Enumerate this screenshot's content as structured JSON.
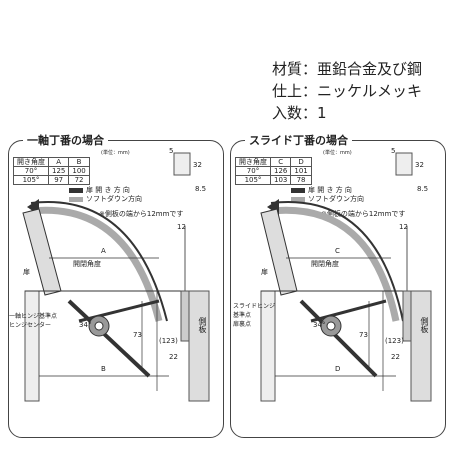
{
  "specs": {
    "material": "材質：亜鉛合金及び鋼",
    "finish": "仕上：ニッケルメッキ",
    "quantity": "入数：1"
  },
  "left": {
    "title": "一軸丁番の場合",
    "unit": "(単位：mm)",
    "table": {
      "header": [
        "開き角度",
        "A",
        "B"
      ],
      "rows": [
        [
          "70°",
          "125",
          "100"
        ],
        [
          "105°",
          "97",
          "72"
        ]
      ]
    },
    "legend_open": "扉 開 き 方 向",
    "legend_soft": "ソフトダウン方向",
    "note": "※側板の端から12mmです",
    "label_door": "扉",
    "label_angle": "開閉角度",
    "label_hinge": "一軸ヒンジ基準点\nヒンジセンター",
    "label_side": "側板",
    "dims": {
      "A": "A",
      "B": "B",
      "d73": "73",
      "d123": "(123)",
      "d22": "22",
      "d34": "34°",
      "d5": "5",
      "d32": "32",
      "d85": "8.5",
      "d12": "12"
    }
  },
  "right": {
    "title": "スライド丁番の場合",
    "unit": "(単位：mm)",
    "table": {
      "header": [
        "開き角度",
        "C",
        "D"
      ],
      "rows": [
        [
          "70°",
          "126",
          "101"
        ],
        [
          "105°",
          "103",
          "78"
        ]
      ]
    },
    "legend_open": "扉 開 き 方 向",
    "legend_soft": "ソフトダウン方向",
    "note": "※側板の端から12mmです",
    "label_door": "扉",
    "label_angle": "開閉角度",
    "label_hinge": "スライドヒンジ\n基準点\n扉裏点",
    "label_side": "側板",
    "dims": {
      "C": "C",
      "D": "D",
      "d73": "73",
      "d123": "(123)",
      "d22": "22",
      "d34": "34°",
      "d5": "5",
      "d32": "32",
      "d85": "8.5",
      "d12": "12"
    }
  }
}
